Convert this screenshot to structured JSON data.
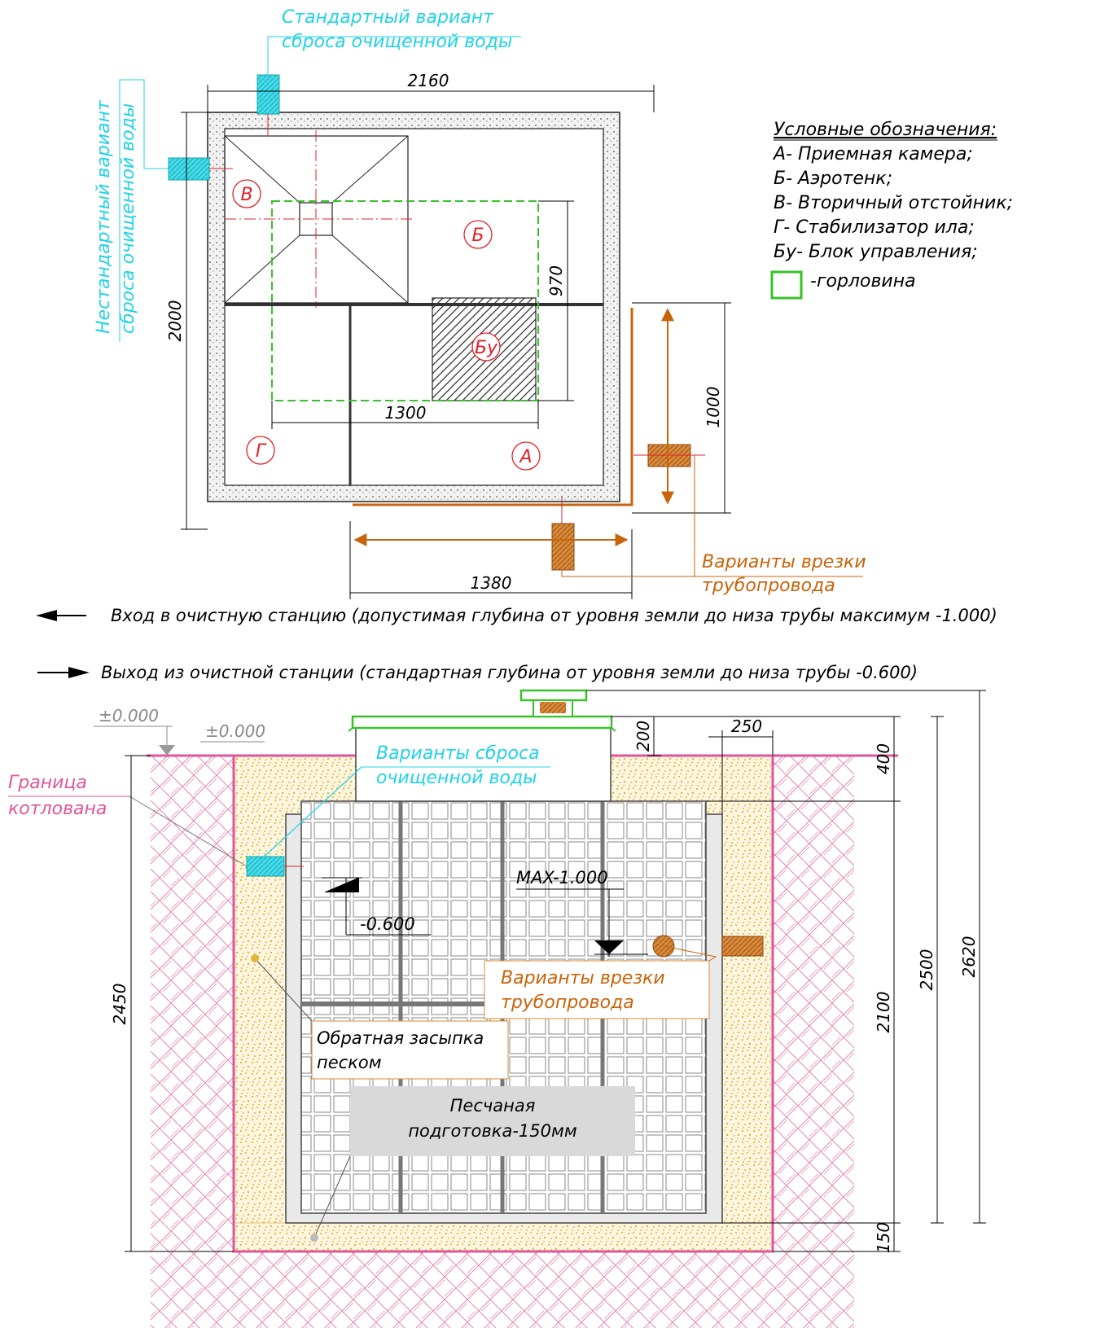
{
  "plan": {
    "dim_width": "2160",
    "dim_height": "2000",
    "dim_970": "970",
    "dim_1000": "1000",
    "dim_1300": "1300",
    "dim_1380": "1380",
    "label_standard_line1": "Стандартный вариант",
    "label_standard_line2": "сброса очищенной воды",
    "label_nonstandard_line1": "Нестандартный вариант",
    "label_nonstandard_line2": "сброса очищенной воды",
    "label_pipe_line1": "Варианты врезки",
    "label_pipe_line2": "трубопровода",
    "chambers": {
      "a": "А",
      "b": "Б",
      "v": "В",
      "g": "Г",
      "bu": "Бу"
    }
  },
  "legend": {
    "title": "Условные обозначения:",
    "items": [
      "А- Приемная камера;",
      "Б- Аэротенк;",
      "В- Вторичный отстойник;",
      "Г- Стабилизатор ила;",
      "Бу- Блок управления;"
    ],
    "hatch_label": "-горловина"
  },
  "flow": {
    "inlet": "Вход в очистную станцию (допустимая глубина от уровня земли до низа трубы максимум -1.000)",
    "outlet": "Выход из очистной станции (стандартная глубина от уровня земли до низа трубы -0.600)"
  },
  "section": {
    "level_1": "±0.000",
    "level_2": "±0.000",
    "pit_line1": "Граница",
    "pit_line2": "котлована",
    "discharge_line1": "Варианты сброса",
    "discharge_line2": "очищенной воды",
    "max_level": "MAX-1.000",
    "out_level": "-0.600",
    "pipe_line1": "Варианты врезки",
    "pipe_line2": "трубопровода",
    "backfill_line1": "Обратная засыпка",
    "backfill_line2": "песком",
    "base_line1": "Песчаная",
    "base_line2": "подготовка-150мм",
    "dim_2450": "2450",
    "dim_200": "200",
    "dim_250": "250",
    "dim_400": "400",
    "dim_2100": "2100",
    "dim_2500": "2500",
    "dim_2620": "2620",
    "dim_150": "150"
  },
  "colors": {
    "cyan": "#1fd3e6",
    "orange": "#c8640a",
    "pink": "#e0569a",
    "green": "#38c22a",
    "red": "#e0202a",
    "sand": "#e3b23a"
  }
}
